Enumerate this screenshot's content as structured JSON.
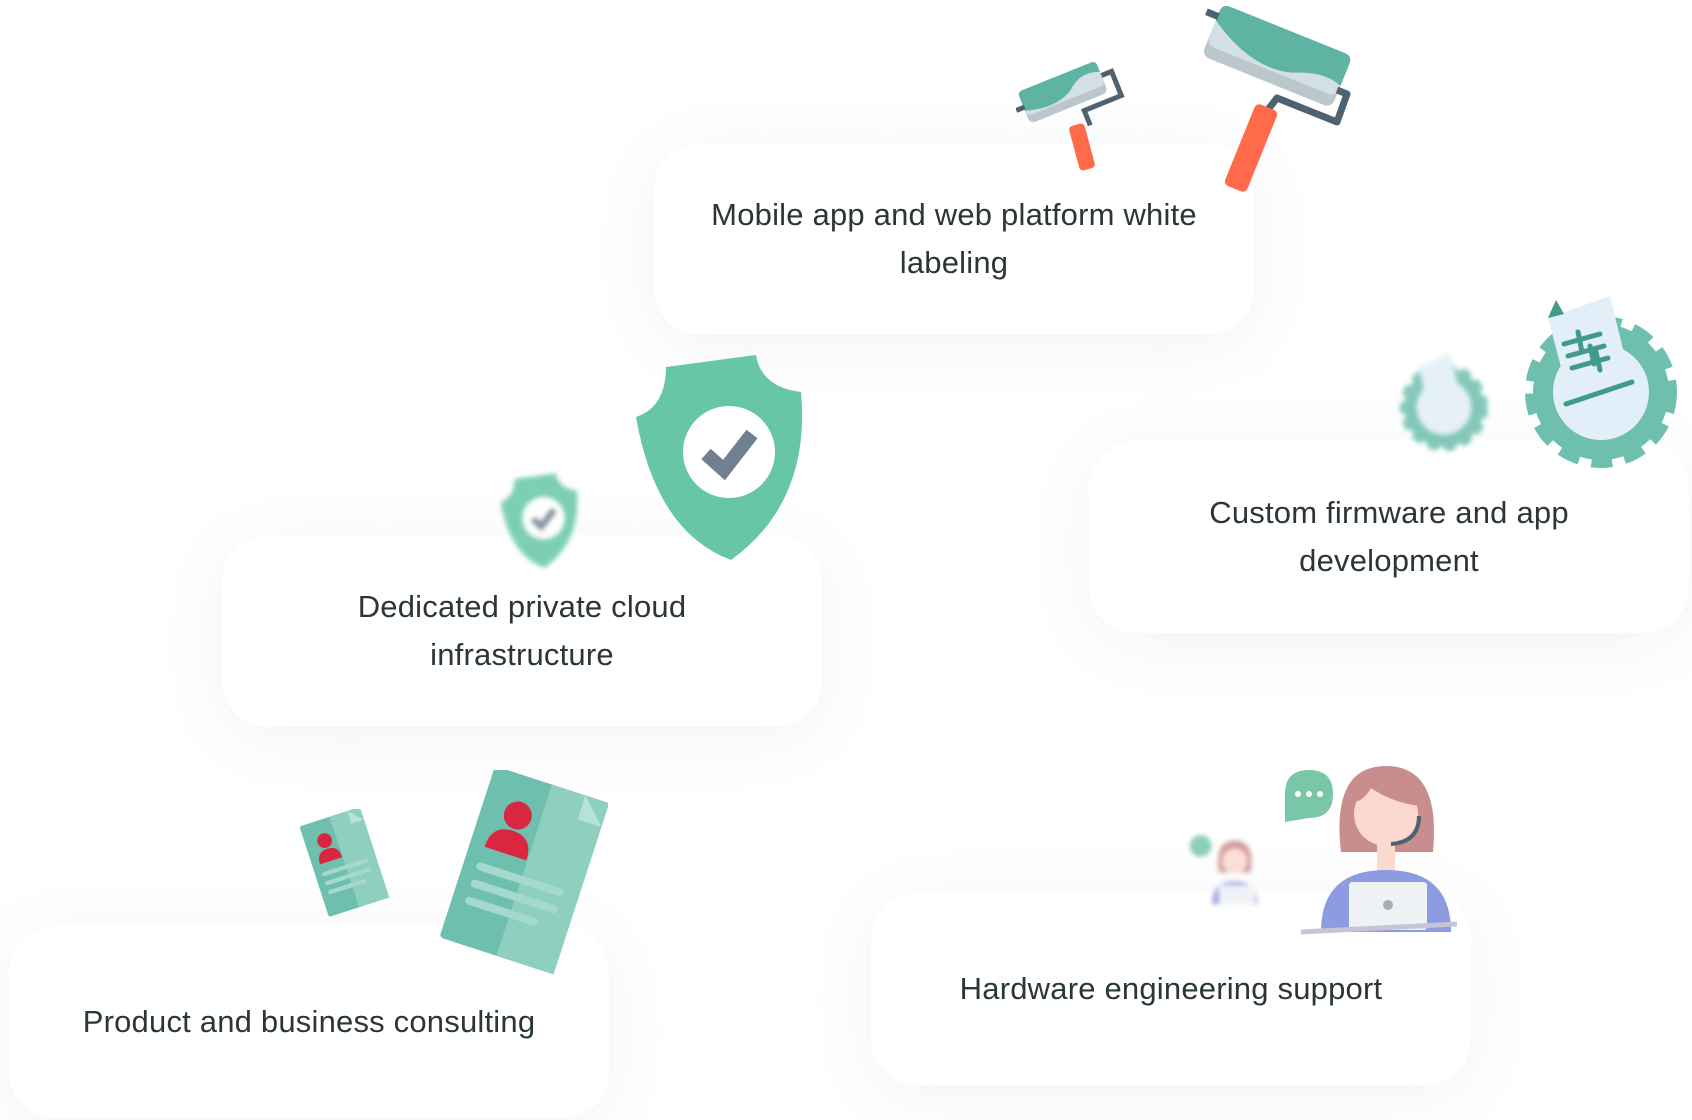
{
  "features": [
    {
      "label": "Mobile app and web platform white labeling",
      "icon": "paint-roller-icon"
    },
    {
      "label": "Dedicated private cloud infrastructure",
      "icon": "shield-check-icon"
    },
    {
      "label": "Custom firmware and app development",
      "icon": "gear-document-icon"
    },
    {
      "label": "Product and business consulting",
      "icon": "profile-document-icon"
    },
    {
      "label": "Hardware engineering support",
      "icon": "support-agent-icon"
    }
  ],
  "colors": {
    "green": "#67c7a5",
    "teal": "#5fb3a2",
    "orange": "#ff6b4a",
    "red": "#d9273f",
    "text": "#2a3736"
  }
}
